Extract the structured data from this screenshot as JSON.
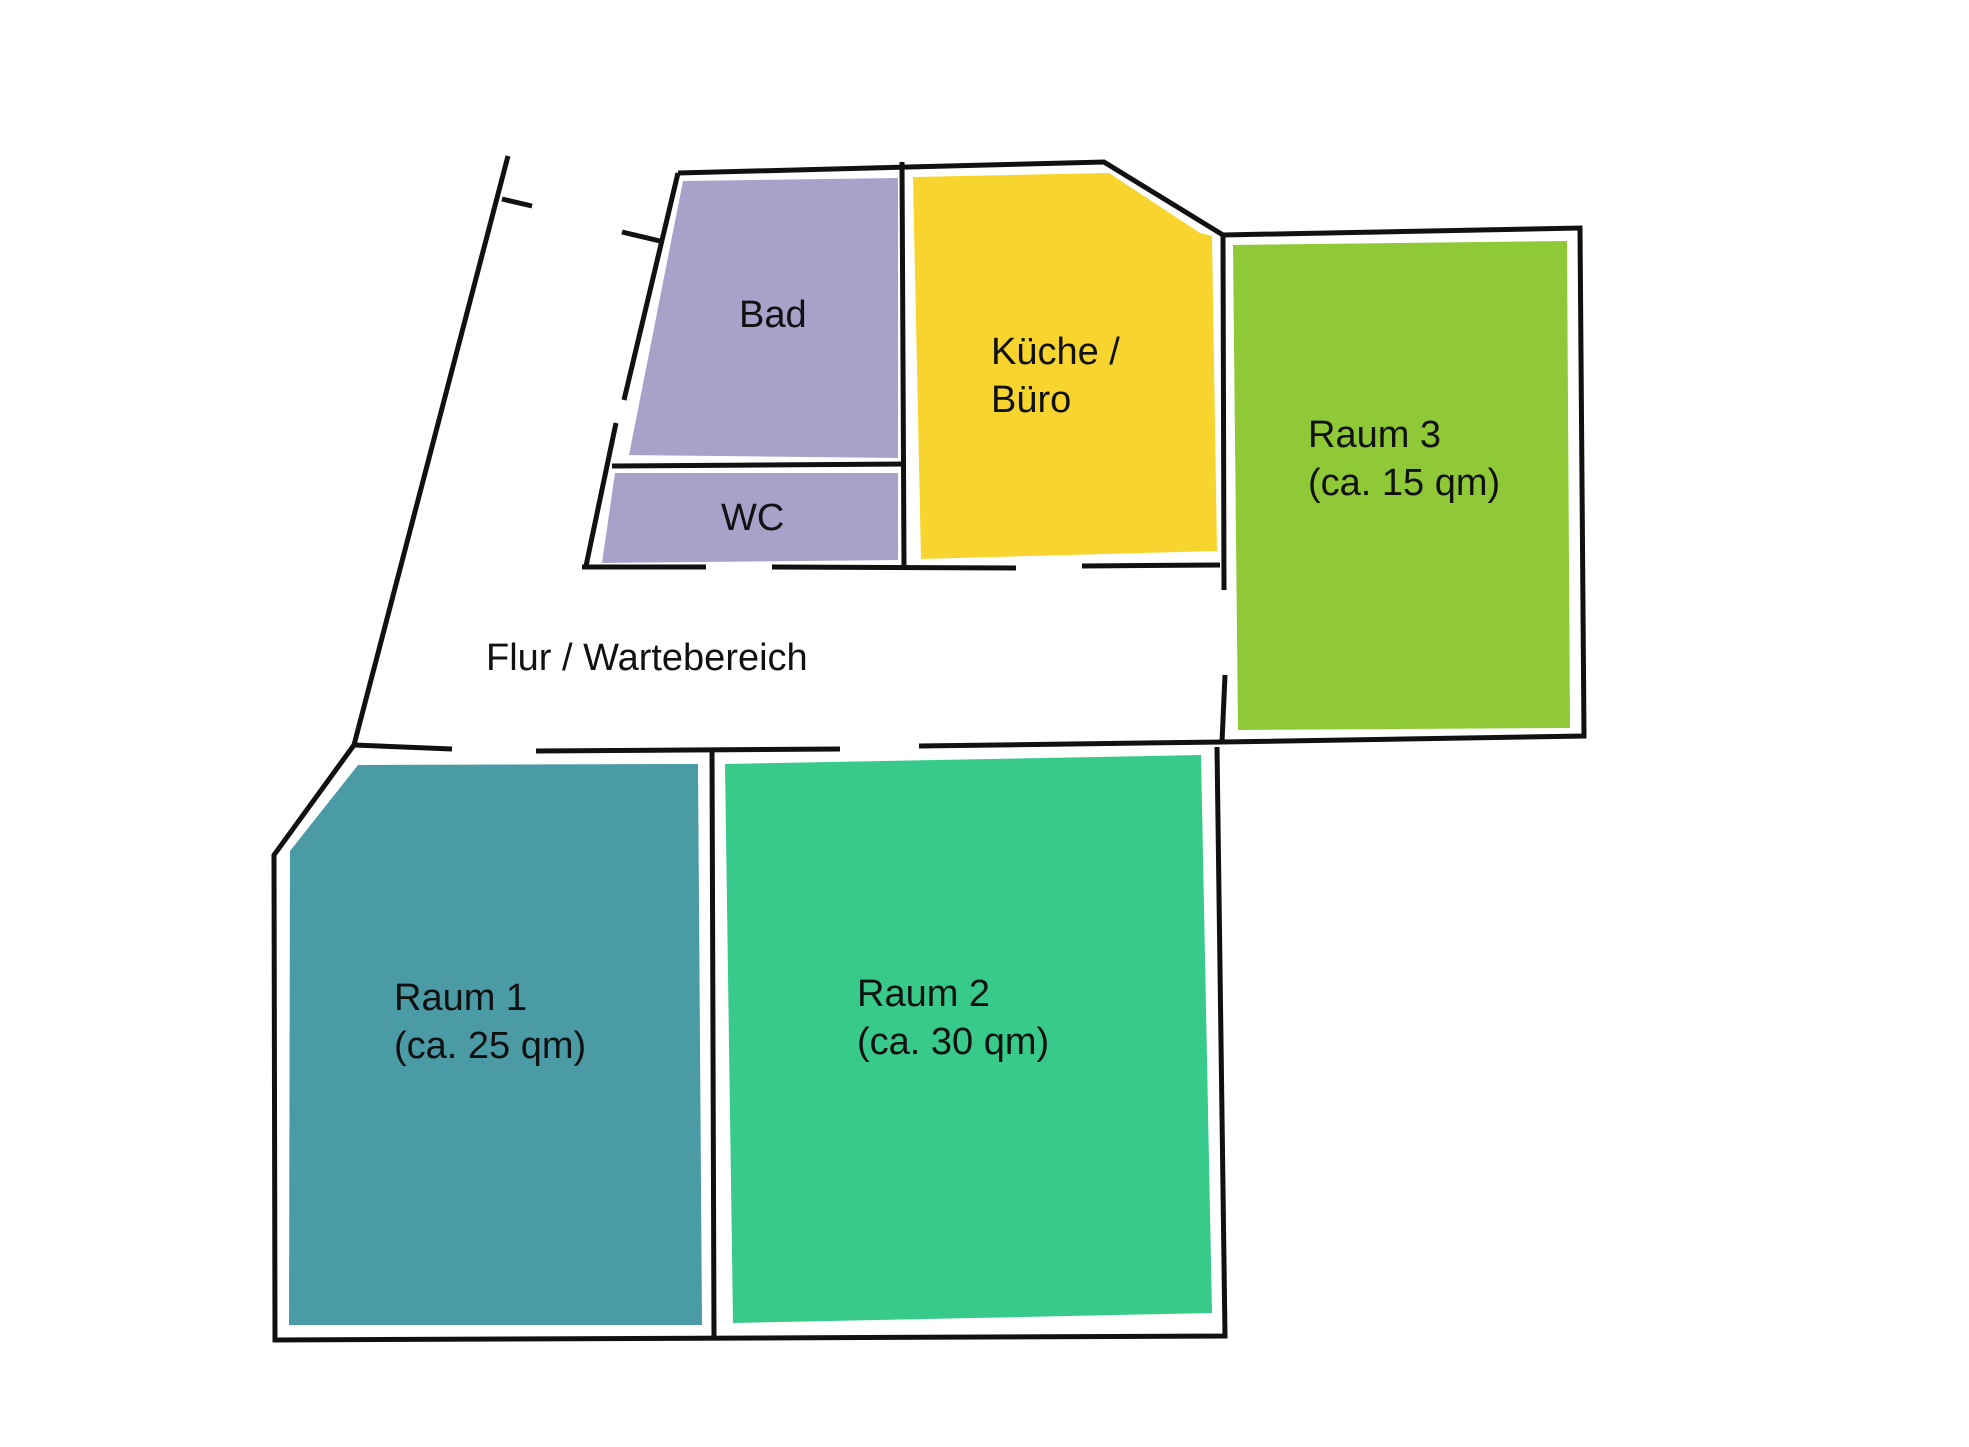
{
  "floorplan": {
    "rooms": {
      "bad": {
        "label_lines": [
          "Bad"
        ],
        "color": "#A8A1CA"
      },
      "wc": {
        "label_lines": [
          "WC"
        ],
        "color": "#A8A1CA"
      },
      "kueche": {
        "label_lines": [
          "Küche /",
          "Büro"
        ],
        "color": "#F8D42E"
      },
      "raum3": {
        "label_lines": [
          "Raum 3",
          "(ca. 15 qm)"
        ],
        "color": "#90C937"
      },
      "flur": {
        "label_lines": [
          "Flur / Wartebereich"
        ],
        "color": "#FFFFFF"
      },
      "raum1": {
        "label_lines": [
          "Raum 1",
          "(ca. 25 qm)"
        ],
        "color": "#4A9BA5"
      },
      "raum2": {
        "label_lines": [
          "Raum 2",
          "(ca. 30 qm)"
        ],
        "color": "#37CA8B"
      }
    },
    "wall_color": "#111111"
  }
}
